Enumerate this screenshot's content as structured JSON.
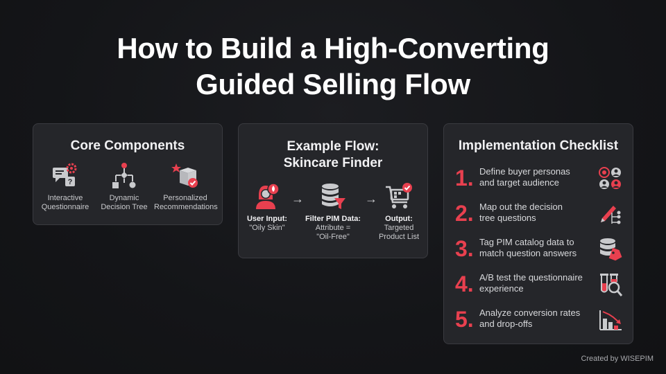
{
  "title_line1": "How to Build a High-Converting",
  "title_line2": "Guided Selling Flow",
  "core": {
    "title": "Core Components",
    "items": [
      {
        "label1": "Interactive",
        "label2": "Questionnaire",
        "icon": "chat-question-gear-icon"
      },
      {
        "label1": "Dynamic",
        "label2": "Decision Tree",
        "icon": "decision-tree-icon"
      },
      {
        "label1": "Personalized",
        "label2": "Recommendations",
        "icon": "box-star-check-icon"
      }
    ]
  },
  "flow": {
    "title_line1": "Example Flow:",
    "title_line2": "Skincare Finder",
    "steps": [
      {
        "head": "User Input:",
        "line1": "\"Oily Skin\"",
        "line2": "",
        "icon": "user-droplet-icon"
      },
      {
        "head": "Filter PIM Data:",
        "line1": "Attribute =",
        "line2": "\"Oil-Free\"",
        "icon": "database-filter-icon"
      },
      {
        "head": "Output:",
        "line1": "Targeted",
        "line2": "Product List",
        "icon": "cart-check-icon"
      }
    ],
    "arrow": "→"
  },
  "checklist": {
    "title": "Implementation Checklist",
    "items": [
      {
        "num": "1.",
        "line1": "Define buyer personas",
        "line2": "and target audience",
        "icon": "personas-target-icon"
      },
      {
        "num": "2.",
        "line1": "Map out the decision",
        "line2": "tree questions",
        "icon": "pencil-tree-icon"
      },
      {
        "num": "3.",
        "line1": "Tag PIM catalog data to",
        "line2": "match question answers",
        "icon": "database-tag-icon"
      },
      {
        "num": "4.",
        "line1": "A/B test the questionnaire",
        "line2": "experience",
        "icon": "test-tubes-magnifier-icon"
      },
      {
        "num": "5.",
        "line1": "Analyze conversion rates",
        "line2": "and drop-offs",
        "icon": "bar-chart-down-icon"
      }
    ]
  },
  "footer": "Created by WISEPIM",
  "colors": {
    "accent": "#e8404f",
    "icon_gray": "#c9cacd",
    "card_bg": "#25262a"
  }
}
